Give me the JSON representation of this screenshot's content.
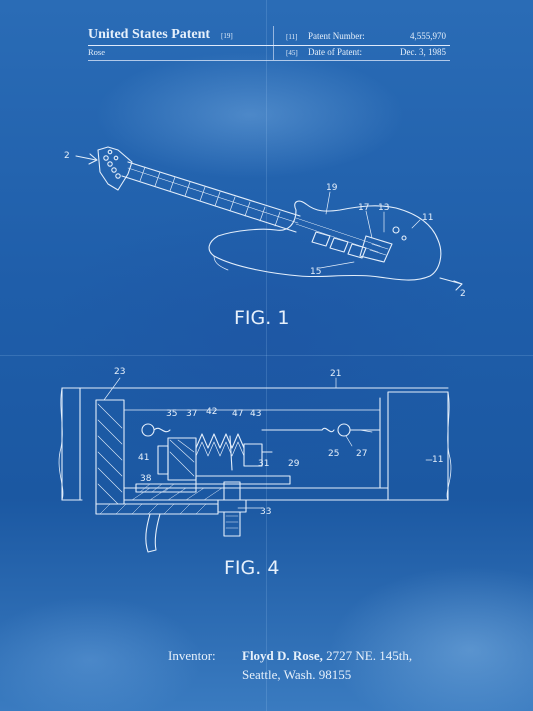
{
  "header": {
    "title": "United States Patent",
    "title_code": "[19]",
    "inventor_surname": "Rose",
    "patent_number_code": "[11]",
    "patent_number_label": "Patent Number:",
    "patent_number": "4,555,970",
    "date_code": "[45]",
    "date_label": "Date of Patent:",
    "date": "Dec. 3, 1985"
  },
  "figures": {
    "fig1": {
      "caption": "FIG. 1",
      "labels": [
        "2",
        "19",
        "17",
        "13",
        "11",
        "15",
        "2"
      ]
    },
    "fig4": {
      "caption": "FIG. 4",
      "labels": [
        "23",
        "21",
        "35",
        "37",
        "42",
        "47",
        "43",
        "41",
        "31",
        "29",
        "38",
        "33",
        "25",
        "27",
        "11"
      ]
    }
  },
  "inventor": {
    "label": "Inventor:",
    "name": "Floyd D. Rose,",
    "address_line1": "2727 NE. 145th,",
    "address_line2": "Seattle, Wash. 98155"
  },
  "colors": {
    "background": "#1d5fa8",
    "ink": "#e6f0fb"
  }
}
